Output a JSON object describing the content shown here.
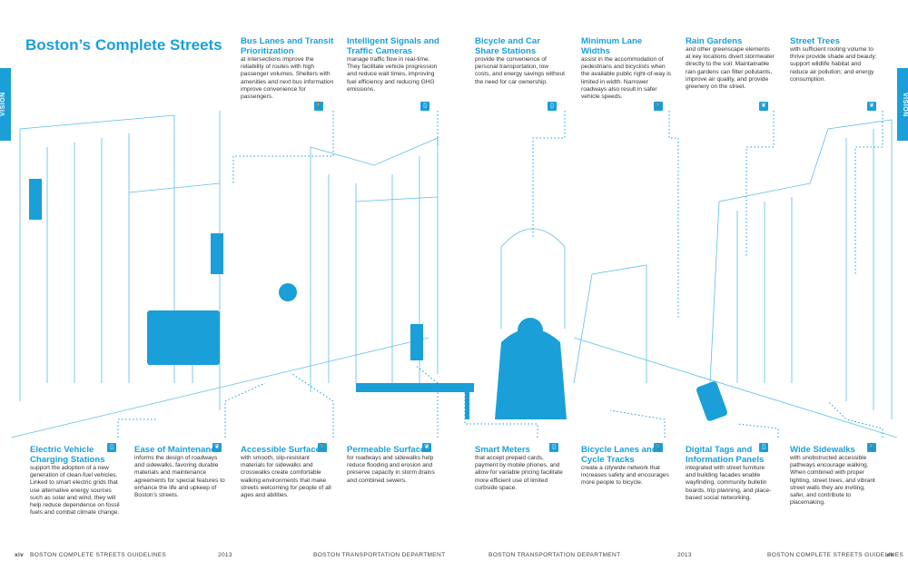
{
  "page_title": "Boston’s Complete Streets",
  "side_tab_left": "VISION",
  "side_tab_right": "VISION",
  "top_callouts": [
    {
      "head": "Bus Lanes and Transit Prioritization",
      "text": "at intersections improve the reliability of routes with high passenger volumes. Shelters with amenities and next bus information improve convenience for passengers.",
      "icon": "walk-icon"
    },
    {
      "head": "Intelligent Signals and Traffic Cameras",
      "text": "manage traffic flow in real-time. They facilitate vehicle progression and reduce wait times, improving fuel efficiency and reducing GHG emissions.",
      "icon": "phone-icon"
    },
    {
      "head": "Bicycle and Car Share Stations",
      "text": "provide the convenience of personal transportation, low costs, and energy savings without the need for car ownership.",
      "icon": "phone-icon"
    },
    {
      "head": "Minimum Lane Widths",
      "text": "assist in the accommodation of pedestrians and bicyclists when the available public right-of-way is limited in width. Narrower roadways also result in safer vehicle speeds.",
      "icon": "walk-icon"
    },
    {
      "head": "Rain Gardens",
      "text": "and other greenscape elements at key locations divert stormwater directly to the soil. Maintainable rain gardens can filter pollutants, improve air quality, and provide greenery on the street.",
      "icon": "leaf-icon"
    },
    {
      "head": "Street Trees",
      "text": "with sufficient rooting volume to thrive provide shade and beauty; support wildlife habitat and reduce air pollution; and energy consumption.",
      "icon": "leaf-icon"
    }
  ],
  "bottom_callouts": [
    {
      "head": "Electric Vehicle Charging Stations",
      "text": "support the adoption of a new generation of clean-fuel vehicles. Linked to smart electric grids that use alternative energy sources such as solar and wind, they will help reduce dependence on fossil fuels and combat climate change.",
      "icon": "phone-icon"
    },
    {
      "head": "Ease of Maintenance",
      "text": "informs the design of roadways and sidewalks, favoring durable materials and maintenance agreements for special features to enhance the life and upkeep of Boston’s streets.",
      "icon": "leaf-icon"
    },
    {
      "head": "Accessible Surfaces",
      "text": "with smooth, slip-resistant materials for sidewalks and crosswalks create comfortable walking environments that make streets welcoming for people of all ages and abilities.",
      "icon": "walk-icon"
    },
    {
      "head": "Permeable Surfaces",
      "text": "for roadways and sidewalks help reduce flooding and erosion and preserve capacity in storm drains and combined sewers.",
      "icon": "leaf-icon"
    },
    {
      "head": "Smart Meters",
      "text": "that accept prepaid cards, payment by mobile phones, and allow for variable pricing facilitate more efficient use of limited curbside space.",
      "icon": "phone-icon"
    },
    {
      "head": "Bicycle Lanes and Cycle Tracks",
      "text": "create a citywide network that increases safety and encourages more people to bicycle.",
      "icon": "walk-icon"
    },
    {
      "head": "Digital Tags and Information Panels",
      "text": "integrated with street furniture and building facades enable wayfinding, community bulletin boards, trip planning, and place-based social networking.",
      "icon": "phone-icon"
    },
    {
      "head": "Wide Sidewalks",
      "text": "with unobstructed accessible pathways encourage walking. When combined with proper lighting, street trees, and vibrant street walls they are inviting, safer, and contribute to placemaking.",
      "icon": "walk-icon"
    }
  ],
  "footer": {
    "left_page": "xiv",
    "left_guide": "BOSTON COMPLETE STREETS GUIDELINES",
    "left_year": "2013",
    "left_dept": "BOSTON TRANSPORTATION DEPARTMENT",
    "right_dept": "BOSTON TRANSPORTATION DEPARTMENT",
    "right_year": "2013",
    "right_guide": "BOSTON COMPLETE STREETS GUIDELINES",
    "right_page": "xv"
  },
  "colors": {
    "accent": "#1a9fd9",
    "line": "#5bbfe8"
  }
}
